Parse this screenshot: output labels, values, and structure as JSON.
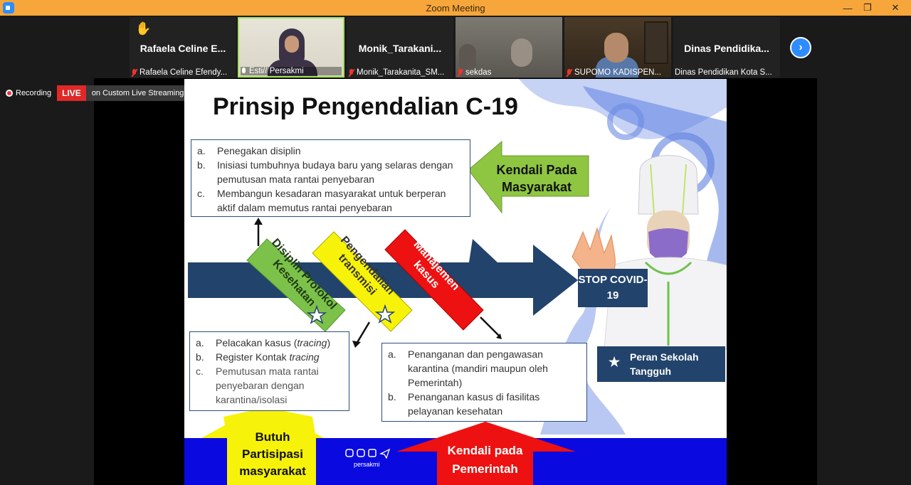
{
  "window": {
    "title": "Zoom Meeting",
    "controls": {
      "minimize": "—",
      "maximize": "❐",
      "close": "✕"
    }
  },
  "gallery": {
    "tiles": [
      {
        "name": "Rafaela  Celine  E...",
        "label": "Rafaela Celine Efendy...",
        "mic": "muted",
        "raised_hand": true
      },
      {
        "name": "",
        "label": "Esti// Persakmi",
        "mic": "on",
        "video": true
      },
      {
        "name": "Monik_Tarakani...",
        "label": "Monik_Tarakanita_SM...",
        "mic": "muted"
      },
      {
        "name": "",
        "label": "sekdas",
        "mic": "muted",
        "video": true
      },
      {
        "name": "",
        "label": "SUPOMO KADISPEN...",
        "mic": "muted",
        "video": true
      },
      {
        "name": "Dinas  Pendidika...",
        "label": "Dinas Pendidikan Kota S...",
        "mic": "none"
      }
    ],
    "next_icon": "›"
  },
  "recording": {
    "label": "Recording",
    "live": "LIVE",
    "stream": "on Custom Live Streaming Service"
  },
  "slide": {
    "title": "Prinsip Pengendalian C-19",
    "box_top": [
      {
        "letter": "a.",
        "text": "Penegakan disiplin"
      },
      {
        "letter": "b.",
        "text": "Inisiasi tumbuhnya budaya baru yang selaras dengan pemutusan mata rantai penyebaran"
      },
      {
        "letter": "c.",
        "text": "Membangun kesadaran masyarakat untuk berperan aktif dalam memutus rantai penyebaran"
      }
    ],
    "kendali_masyarakat": "Kendali Pada Masyarakat",
    "diagonal_labels": {
      "green": "Disiplin Protokol Kesehatan",
      "yellow": "Pengendalian transmisi",
      "red": "Manajemen kasus"
    },
    "stop": "STOP COVID-19",
    "box_left": [
      {
        "letter": "a.",
        "text_pre": "Pelacakan kasus (",
        "text_it": "tracing",
        "text_post": ")"
      },
      {
        "letter": "b.",
        "text_pre": "Register Kontak ",
        "text_it": "tracing",
        "text_post": ""
      },
      {
        "letter": "c.",
        "text_pre": "Pemutusan mata rantai penyebaran dengan karantina/isolasi",
        "text_it": "",
        "text_post": ""
      }
    ],
    "box_right": [
      {
        "letter": "a.",
        "text": "Penanganan dan pengawasan karantina (mandiri maupun oleh Pemerintah)"
      },
      {
        "letter": "b.",
        "text": "Penanganan kasus di fasilitas pelayanan kesehatan"
      }
    ],
    "peran": "Peran Sekolah Tangguh",
    "butuh": "Butuh Partisipasi masyarakat",
    "kendali_pemerintah": "Kendali pada Pemerintah",
    "footer": {
      "persakmi": "persakmi",
      "social_icons": [
        "instagram-icon",
        "line-icon",
        "facebook-icon",
        "telegram-icon"
      ]
    }
  },
  "colors": {
    "titlebar": "#f6a63b",
    "live": "#e02828",
    "navy": "#22436b",
    "green": "#7cc24a",
    "yellow": "#f7f20a",
    "red": "#ee1111",
    "blue_bar": "#0a0ae0"
  }
}
